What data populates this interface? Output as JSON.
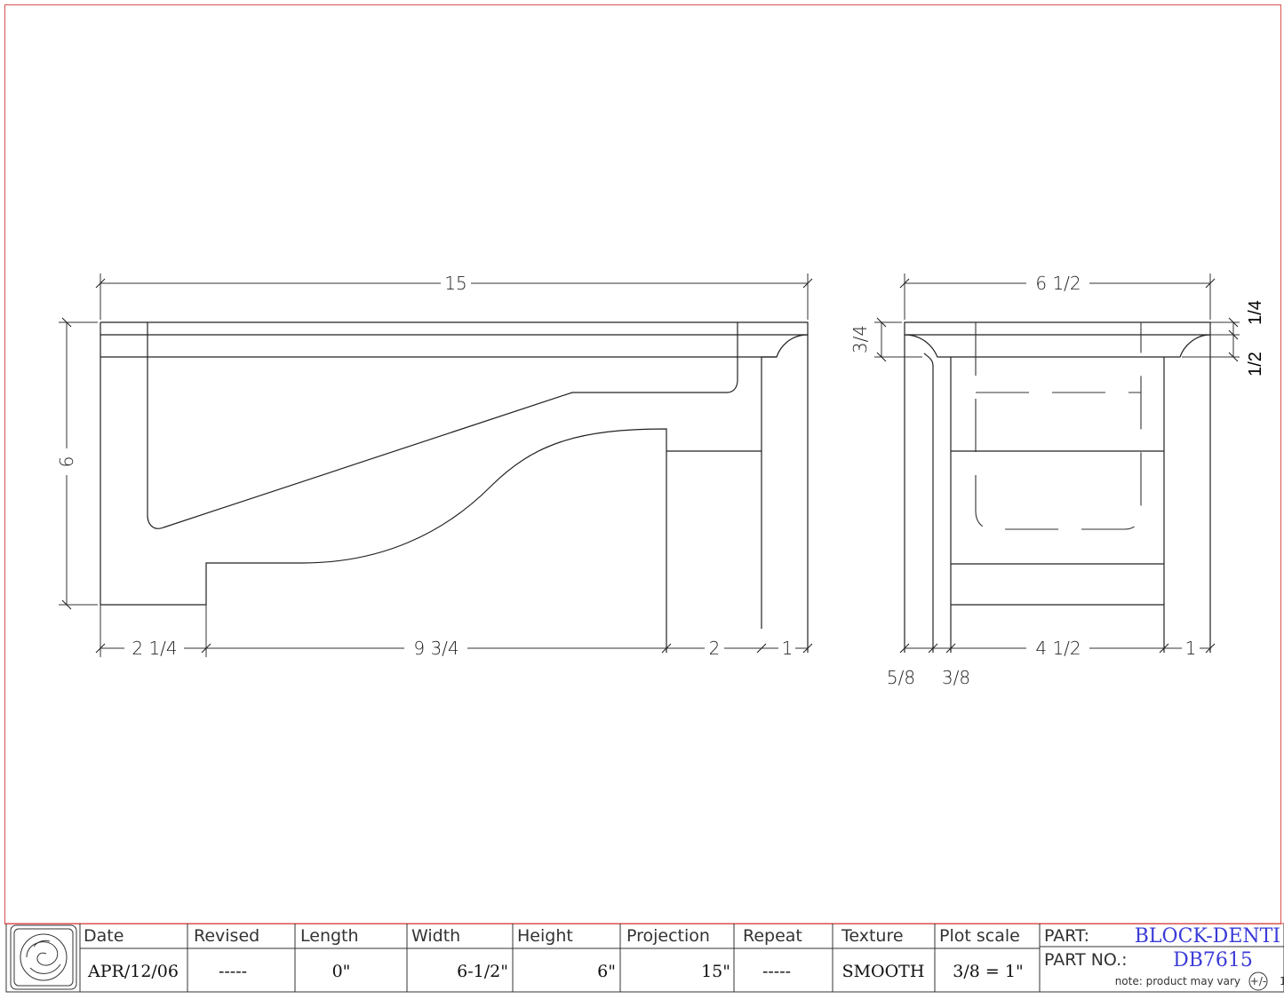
{
  "side_view": {
    "overall_length": "15",
    "overall_height": "6",
    "bottom_dims": [
      "2 1/4",
      "9 3/4",
      "2",
      "1"
    ]
  },
  "end_view": {
    "overall_width": "6 1/2",
    "top_step": "3/4",
    "right_upper": "1/4",
    "right_lower": "1/2",
    "bottom_dims": [
      "4 1/2",
      "1"
    ],
    "bottom_small": [
      "5/8",
      "3/8"
    ]
  },
  "title_block": {
    "headers": [
      "Date",
      "Revised",
      "Length",
      "Width",
      "Height",
      "Projection",
      "Repeat",
      "Texture",
      "Plot scale"
    ],
    "values": [
      "APR/12/06",
      "-----",
      "0\"",
      "6-1/2\"",
      "6\"",
      "15\"",
      "-----",
      "SMOOTH",
      "3/8 = 1\""
    ],
    "part_label": "PART:",
    "part_name": "BLOCK-DENTI",
    "part_no_label": "PART NO.:",
    "part_no": "DB7615",
    "note": "note: product may vary",
    "tolerance": "+/-",
    "tolerance_value": "1"
  },
  "colors": {
    "border": "#d9534f",
    "line": "#222222",
    "part_text": "#3b3bd8"
  }
}
